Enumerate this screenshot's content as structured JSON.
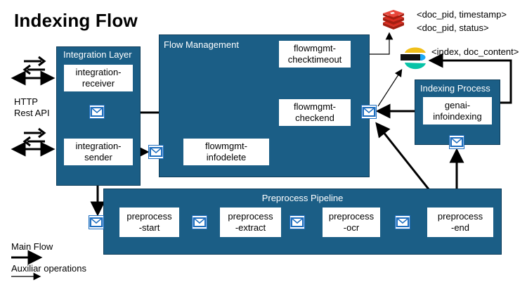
{
  "title": "Indexing Flow",
  "containers": {
    "integration_layer": "Integration Layer",
    "flow_management": "Flow Management",
    "indexing_process": "Indexing Process",
    "preprocess_pipeline": "Preprocess Pipeline"
  },
  "services": {
    "integration_receiver": "integration-\nreceiver",
    "integration_sender": "integration-\nsender",
    "flowmgmt_checktimeout": "flowmgmt-\nchecktimeout",
    "flowmgmt_checkend": "flowmgmt-\ncheckend",
    "flowmgmt_infodelete": "flowmgmt-\ninfodelete",
    "genai_infoindexing": "genai-\ninfoindexing",
    "preprocess_start": "preprocess\n-start",
    "preprocess_extract": "preprocess\n-extract",
    "preprocess_ocr": "preprocess\n-ocr",
    "preprocess_end": "preprocess\n-end"
  },
  "external": {
    "http_line1": "HTTP",
    "http_line2": "Rest API",
    "redis_line1": "<doc_pid, timestamp>",
    "redis_line2": "<doc_pid, status>",
    "elastic_label": "<index, doc_content>"
  },
  "legend": {
    "main_flow": "Main Flow",
    "auxiliar": "Auxiliar operations"
  },
  "icons": [
    "redis-icon",
    "elasticsearch-icon",
    "queue-icon",
    "exchange-arrows-icon"
  ],
  "colors": {
    "container": "#1b5e86",
    "queue_blue": "#1f6fc0",
    "redis_red": "#d82c20"
  }
}
